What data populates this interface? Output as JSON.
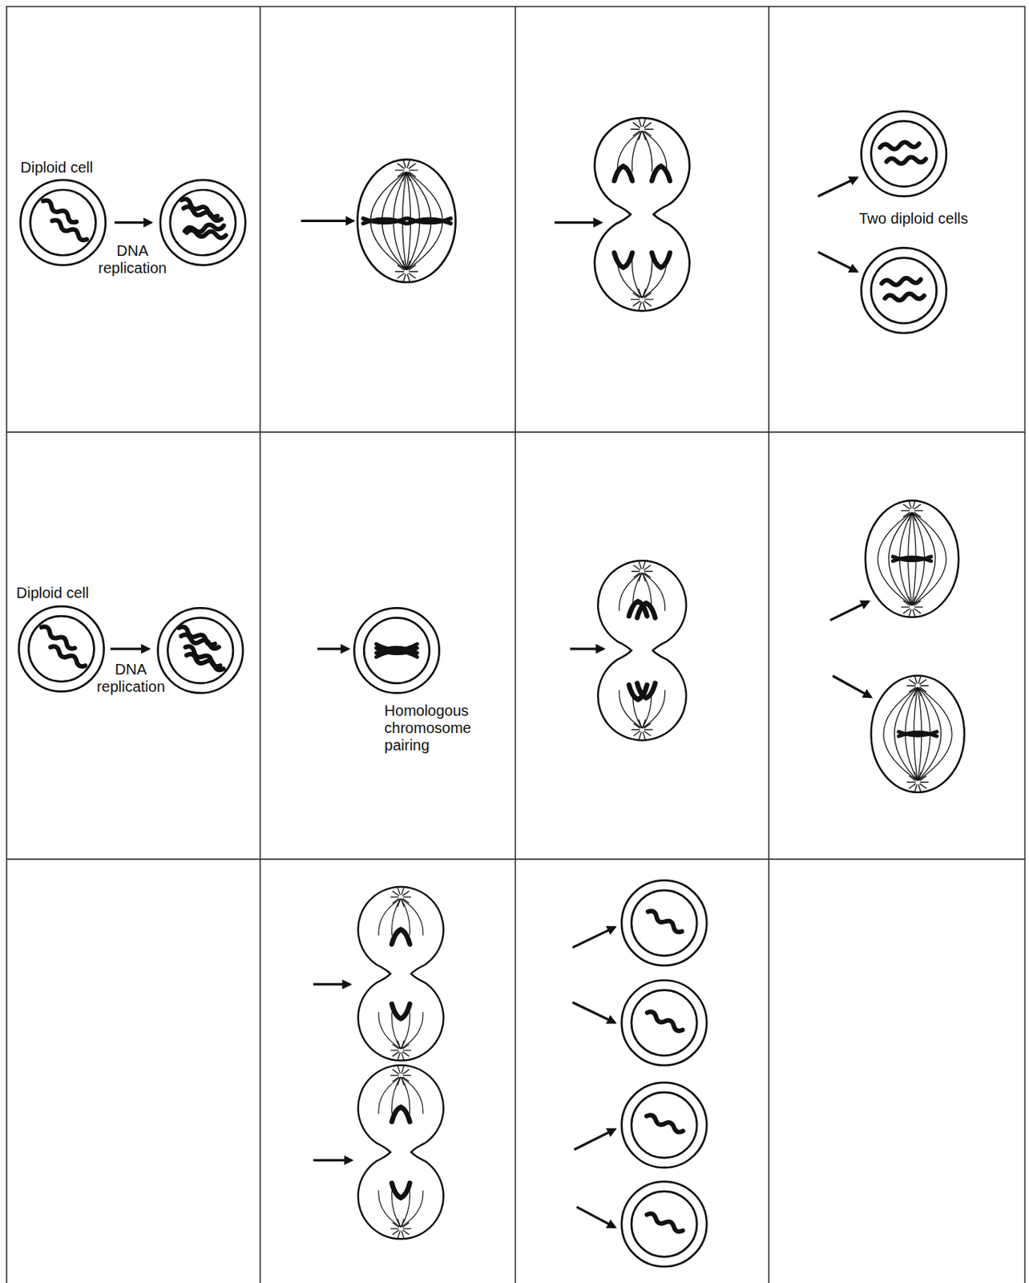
{
  "diagram": {
    "labels": [
      "Diploid cell",
      "DNA replication",
      "Two diploid cells",
      "Diploid cell",
      "DNA replication",
      "Homologous chromosome pairing"
    ]
  }
}
